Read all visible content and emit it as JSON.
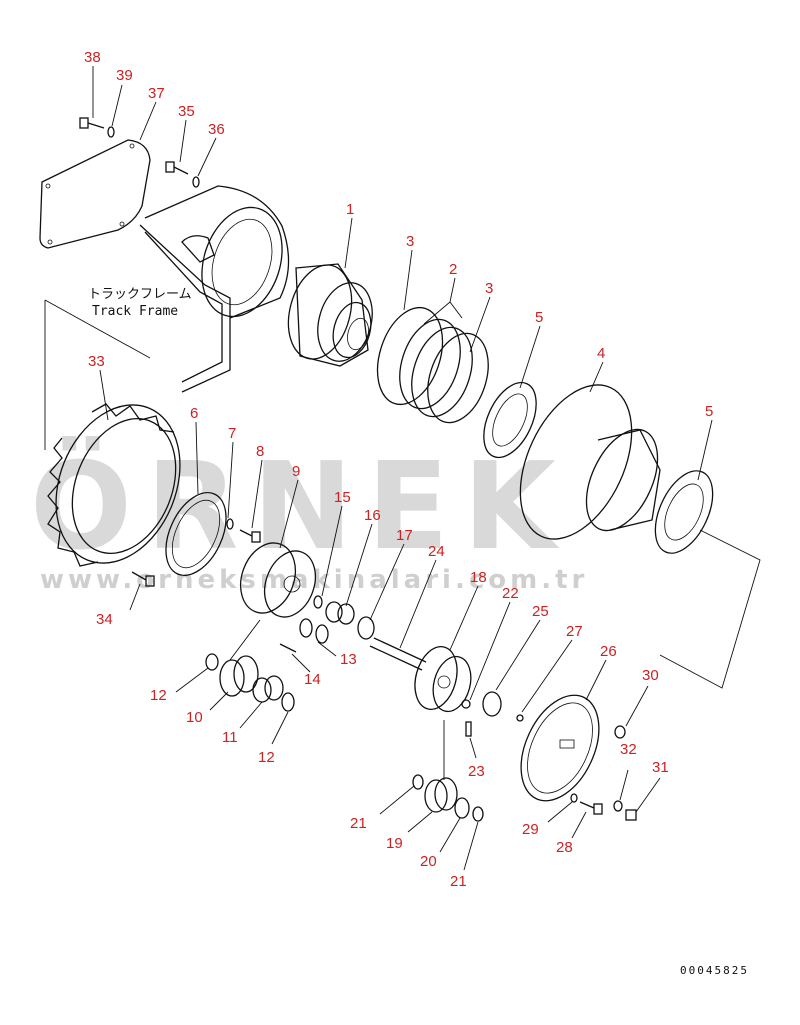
{
  "watermark": {
    "brand": "ÖRNEK",
    "url": "www.orneksmakinalari.com.tr"
  },
  "labels": {
    "track_frame_jp": "トラックフレーム",
    "track_frame_en": "Track Frame"
  },
  "document_number": "00045825",
  "callouts": {
    "n1": "1",
    "n2": "2",
    "n3a": "3",
    "n3b": "3",
    "n4": "4",
    "n5a": "5",
    "n5b": "5",
    "n6": "6",
    "n7": "7",
    "n8": "8",
    "n9": "9",
    "n10": "10",
    "n11": "11",
    "n12a": "12",
    "n12b": "12",
    "n13": "13",
    "n14": "14",
    "n15": "15",
    "n16": "16",
    "n17": "17",
    "n18": "18",
    "n19": "19",
    "n20": "20",
    "n21a": "21",
    "n21b": "21",
    "n22": "22",
    "n23": "23",
    "n24": "24",
    "n25": "25",
    "n26": "26",
    "n27": "27",
    "n28": "28",
    "n29": "29",
    "n30": "30",
    "n31": "31",
    "n32": "32",
    "n33": "33",
    "n34": "34",
    "n35": "35",
    "n36": "36",
    "n37": "37",
    "n38": "38",
    "n39": "39"
  }
}
